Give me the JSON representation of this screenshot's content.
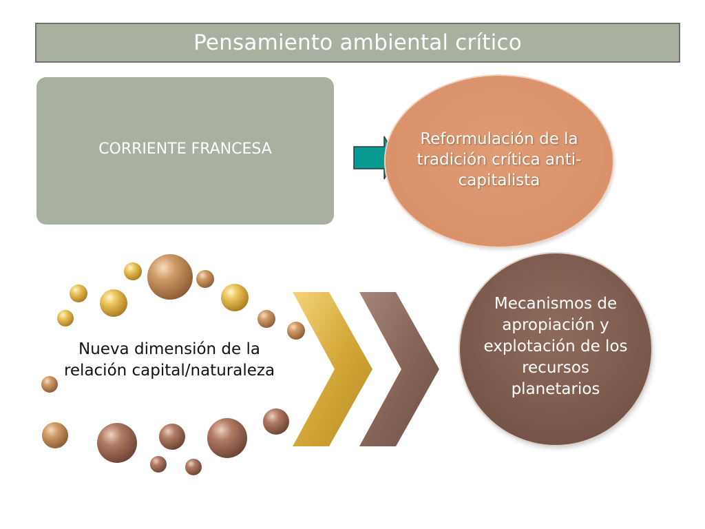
{
  "title": "Pensamiento ambiental crítico",
  "boxes": {
    "corriente": "CORRIENTE FRANCESA",
    "reformulacion": "Reformulación de la tradición crítica anti-capitalista",
    "nueva_dimension": "Nueva dimensión de la relación capital/naturaleza",
    "mecanismos": "Mecanismos de apropiación y explotación de los recursos planetarios"
  },
  "colors": {
    "title_fill": "#a8b09f",
    "arrow_teal": "#079a93",
    "oval_orange": "#dc976e",
    "circle_brown": "#7b5a4d",
    "chevron_gold": "#d7ac3c",
    "chevron_brown": "#8a6a60"
  }
}
